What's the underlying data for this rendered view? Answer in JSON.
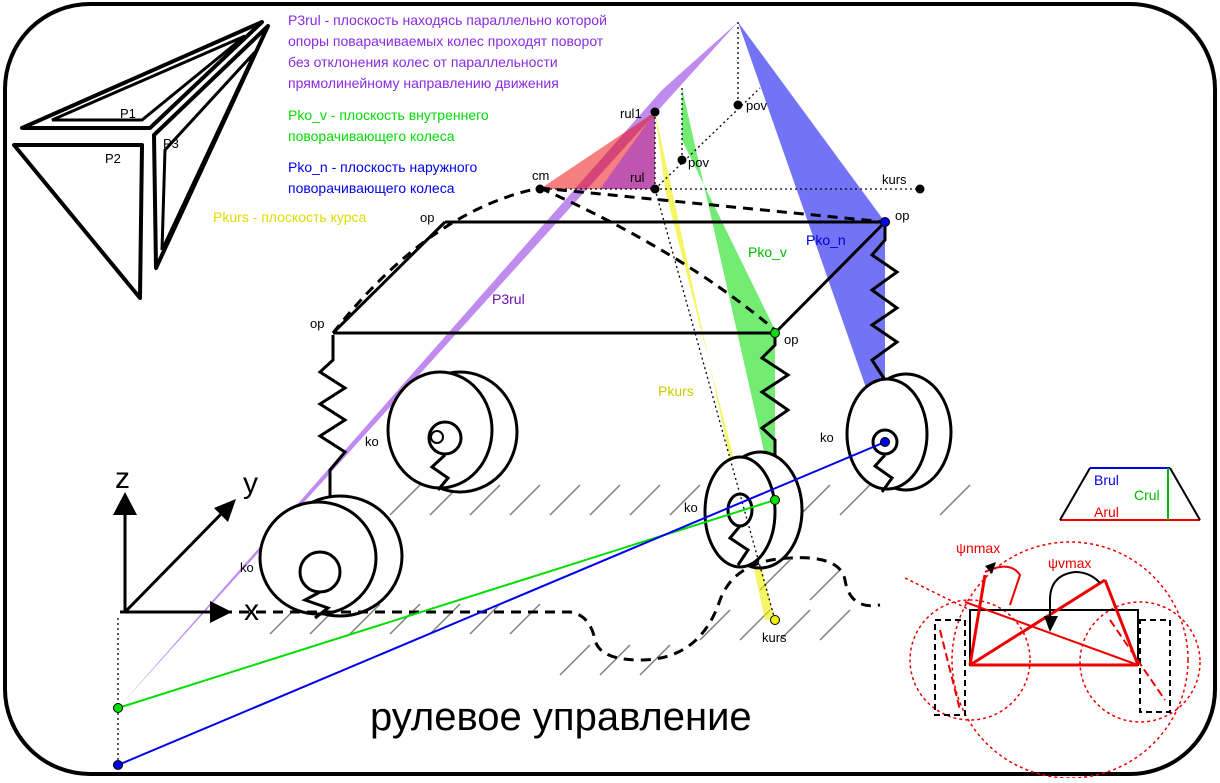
{
  "title": "рулевое управление",
  "colors": {
    "p3rul": "#8a2be2",
    "pko_v": "#00dd00",
    "pko_n": "#0000ee",
    "pkurs": "#eeee00",
    "red": "#ee0000"
  },
  "legend": {
    "p3rul": [
      "P3rul - плоскость находясь параллельно которой",
      "опоры поварачиваемых колес проходят поворот",
      "без отклонения колес от параллельности",
      "прямолинейному направлению движения"
    ],
    "pko_v": [
      "Pko_v - плоскость внутреннего",
      "поворачивающего колеса"
    ],
    "pko_n": [
      "Pko_n - плоскость наружного",
      "поворачивающего колеса"
    ],
    "pkurs": "Pkurs - плоскость курса"
  },
  "prism_labels": {
    "p1": "P1",
    "p2": "P2",
    "p3": "P3"
  },
  "points": {
    "rul1": "rul1",
    "pov": "pov",
    "cm": "cm",
    "rul": "rul",
    "kurs": "kurs",
    "op": "op",
    "ko": "ko"
  },
  "plane_labels": {
    "p3rul": "P3rul",
    "pko_v": "Pko_v",
    "pko_n": "Pko_n",
    "pkurs": "Pkurs"
  },
  "axes": {
    "x": "x",
    "y": "y",
    "z": "z"
  },
  "trapezoid": {
    "top": "Brul",
    "side": "Crul",
    "bottom": "Arul"
  },
  "angles": {
    "n": "ψnmax",
    "v": "ψvmax"
  }
}
